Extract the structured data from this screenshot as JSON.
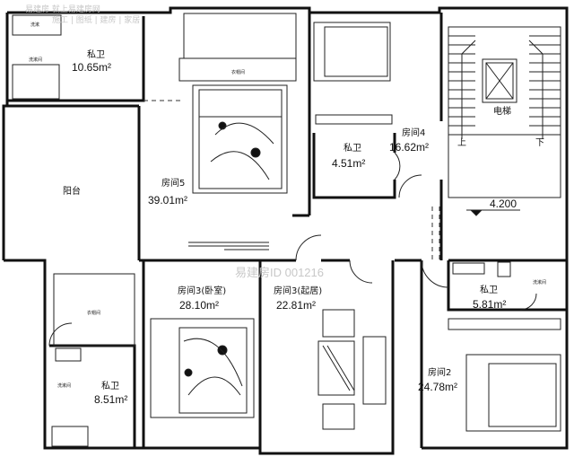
{
  "rooms": {
    "bath_top_left": {
      "name": "私卫",
      "area": "10.65m²"
    },
    "room5": {
      "name": "房间5",
      "area": "39.01m²"
    },
    "balcony": {
      "name": "阳台"
    },
    "room4": {
      "name": "房间4",
      "area": "16.62m²"
    },
    "bath_room4": {
      "name": "私卫",
      "area": "4.51m²"
    },
    "stair_level": "4.200",
    "room3_bedroom": {
      "name": "房间3(卧室)",
      "area": "28.10m²"
    },
    "room3_living": {
      "name": "房间3(起居)",
      "area": "22.81m²"
    },
    "bath_bottom_left": {
      "name": "私卫",
      "area": "8.51m²"
    },
    "bath_right": {
      "name": "私卫",
      "area": "5.81m²"
    },
    "room2": {
      "name": "房间2",
      "area": "24.78m²"
    }
  },
  "labels": {
    "elevator": "电梯",
    "stair_up": "上",
    "stair_down": "下",
    "closet": "衣帽间",
    "washer": "洗漱间",
    "basin": "洗漱"
  },
  "watermark": "易建房ID 001216",
  "logo": {
    "top": "易建房 就上易建房网",
    "bottom": "施工 | 图纸 | 建房 | 家居"
  }
}
